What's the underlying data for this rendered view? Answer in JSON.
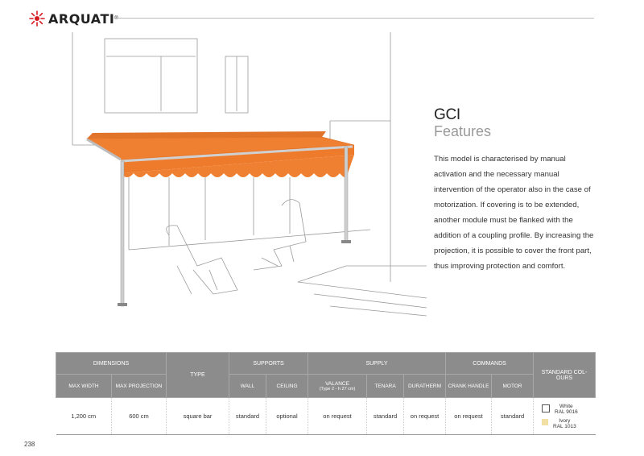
{
  "brand": {
    "name": "ARQUATI",
    "colors": {
      "sun": "#d71920",
      "awning": "#f08031"
    }
  },
  "product": {
    "name": "GCI",
    "section": "Features",
    "description": "This model is characterised by manual activation and the necessary manual intervention of the operator also in the case of motorization. If covering is to be extended, another module must be flanked with the addition of a coupling profile. By increasing the projection, it is possible to cover the front part, thus improving protection and comfort."
  },
  "table": {
    "groups": {
      "dimensions": "DIMENSIONS",
      "type": "TYPE",
      "supports": "SUPPORTS",
      "supply": "SUPPLY",
      "commands": "COMMANDS",
      "standard_colours": "STANDARD COL-OURS"
    },
    "columns": {
      "max_width": "MAX WIDTH",
      "max_projection": "MAX PROJECTION",
      "wall": "WALL",
      "ceiling": "CEILING",
      "valance": "VALANCE",
      "valance_note": "(Type 2 - h 27 cm)",
      "tenara": "TENARA",
      "duratherm": "DURATHERM",
      "crank_handle": "CRANK HANDLE",
      "motor": "MOTOR"
    },
    "row": {
      "max_width": "1,200 cm",
      "max_projection": "600 cm",
      "type": "square bar",
      "wall": "standard",
      "ceiling": "optional",
      "valance": "on request",
      "tenara": "standard",
      "duratherm": "on request",
      "crank_handle": "on request",
      "motor": "standard"
    },
    "colours": [
      {
        "name": "White",
        "code": "RAL 9016",
        "hex": "#ffffff"
      },
      {
        "name": "Ivory",
        "code": "RAL 1013",
        "hex": "#f2dfa3"
      }
    ]
  },
  "page_number": "238"
}
